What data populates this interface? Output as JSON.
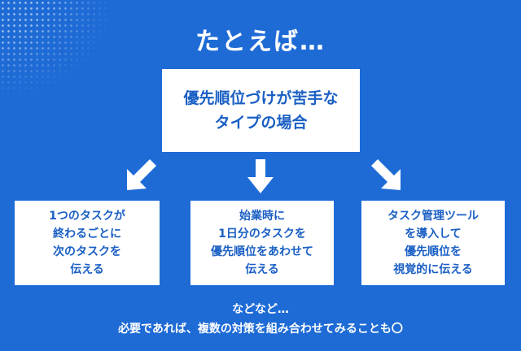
{
  "title": "たとえば…",
  "main_box": {
    "text": "優先順位づけが苦手な\nタイプの場合"
  },
  "options": [
    {
      "text": "1つのタスクが\n終わるごとに\n次のタスクを\n伝える"
    },
    {
      "text": "始業時に\n1日分のタスクを\n優先順位をあわせて\n伝える"
    },
    {
      "text": "タスク管理ツール\nを導入して\n優先順位を\n視覚的に伝える"
    }
  ],
  "footer": {
    "line1": "などなど…",
    "line2": "必要であれば、複数の対策を組み合わせてみることも〇"
  },
  "colors": {
    "background": "#1e6bd6",
    "box_text": "#1a5fc4",
    "white": "#ffffff"
  },
  "icons": [
    "arrow-down-left-icon",
    "arrow-down-icon",
    "arrow-down-right-icon"
  ]
}
